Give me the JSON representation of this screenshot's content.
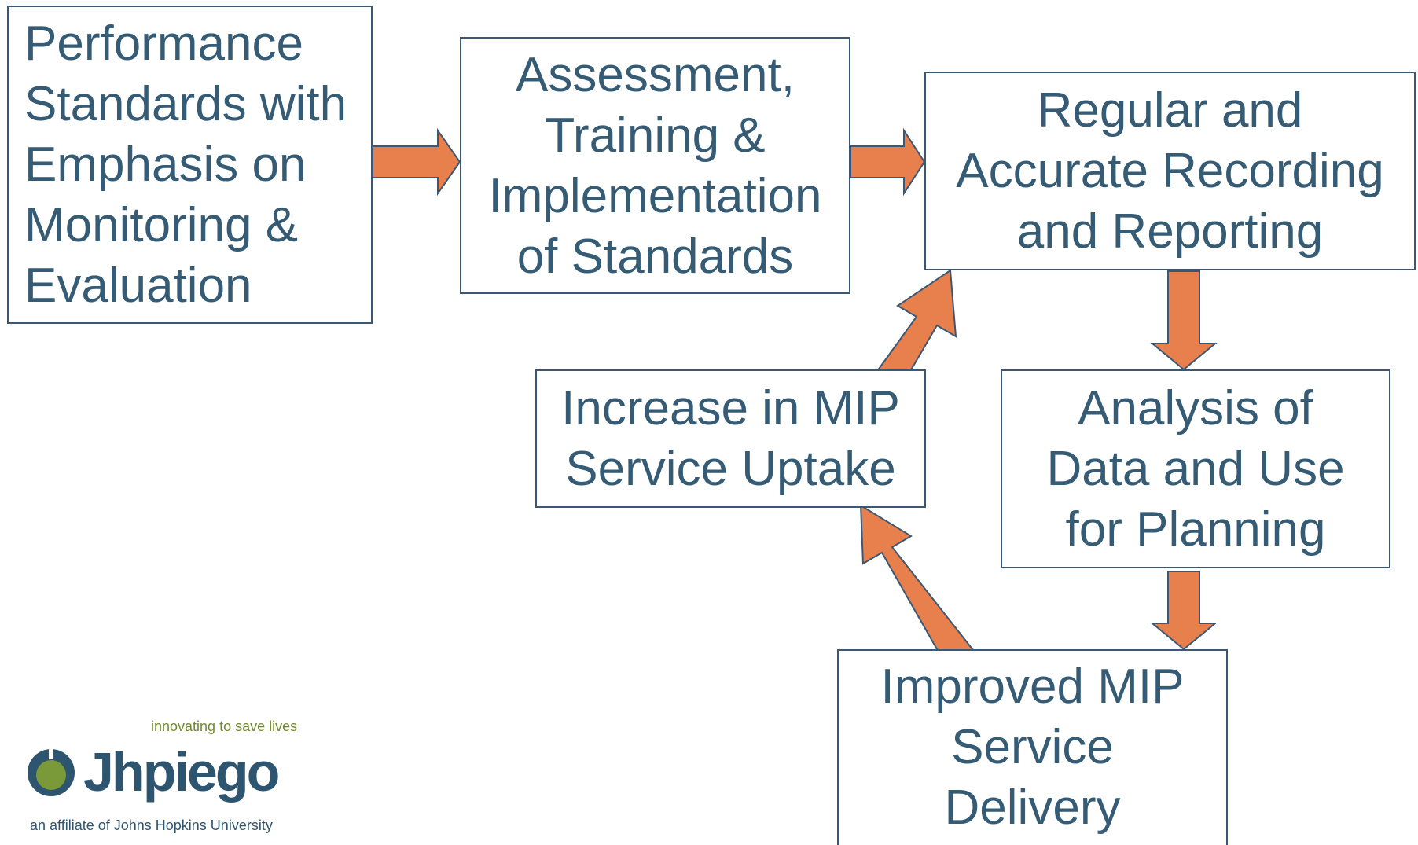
{
  "diagram": {
    "boxes": {
      "performance": [
        "Performance",
        "Standards with",
        "Emphasis on",
        "Monitoring &",
        "Evaluation"
      ],
      "assessment": [
        "Assessment,",
        "Training &",
        "Implementation",
        "of Standards"
      ],
      "recording": [
        "Regular and",
        "Accurate Recording",
        "and Reporting"
      ],
      "analysis": [
        "Analysis of",
        "Data and Use",
        "for Planning"
      ],
      "delivery": [
        "Improved MIP",
        "Service",
        "Delivery"
      ],
      "uptake": [
        "Increase in MIP",
        "Service Uptake"
      ]
    },
    "colors": {
      "box_border": "#3a5874",
      "box_text": "#365b74",
      "arrow_fill": "#e8804e",
      "arrow_stroke": "#3a5874"
    }
  },
  "logo": {
    "tagline": "innovating to save lives",
    "brand": "Jhpiego",
    "affiliation": "an affiliate of Johns Hopkins University",
    "colors": {
      "brand": "#2e5570",
      "accent_green": "#7a9a3a"
    }
  }
}
